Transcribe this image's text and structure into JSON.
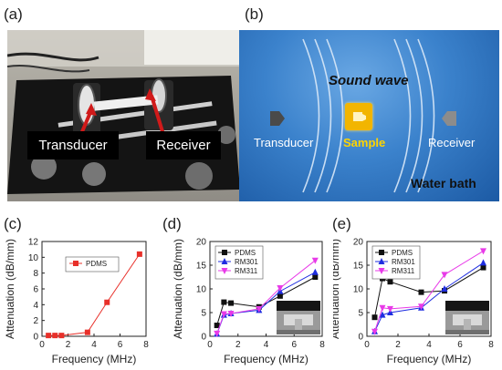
{
  "panel_labels": {
    "a": "(a)",
    "b": "(b)",
    "c": "(c)",
    "d": "(d)",
    "e": "(e)"
  },
  "photo": {
    "transducer_label": "Transducer",
    "receiver_label": "Receiver",
    "arrow_color": "#d11a1a"
  },
  "schematic": {
    "sound_wave": "Sound wave",
    "transducer": "Transducer",
    "sample": "Sample",
    "receiver": "Receiver",
    "water_bath": "Water bath",
    "sample_color": "#f2b500",
    "sample_text_color": "#ffd400"
  },
  "chart_data": [
    {
      "panel": "(c)",
      "type": "line",
      "xlabel": "Frequency (MHz)",
      "ylabel": "Attenuation (dB/mm)",
      "xlim": [
        0,
        8
      ],
      "ylim": [
        0,
        12
      ],
      "xticks": [
        0,
        2,
        4,
        6,
        8
      ],
      "yticks": [
        0,
        2,
        4,
        6,
        8,
        10,
        12
      ],
      "legend_position": "top-left",
      "inset_image": false,
      "series": [
        {
          "name": "PDMS",
          "color": "#e8302a",
          "marker": "square",
          "x": [
            0.5,
            1,
            1.5,
            3.5,
            5,
            7.5
          ],
          "y": [
            0.1,
            0.1,
            0.1,
            0.5,
            4.3,
            10.4
          ]
        }
      ]
    },
    {
      "panel": "(d)",
      "type": "line",
      "xlabel": "Frequency (MHz)",
      "ylabel": "Attenuation (dB/mm)",
      "xlim": [
        0,
        8
      ],
      "ylim": [
        0,
        20
      ],
      "xticks": [
        0,
        2,
        4,
        6,
        8
      ],
      "yticks": [
        0,
        5,
        10,
        15,
        20
      ],
      "legend_position": "top-left",
      "inset_image": true,
      "series": [
        {
          "name": "PDMS",
          "color": "#111111",
          "marker": "square",
          "x": [
            0.5,
            1,
            1.5,
            3.5,
            5,
            7.5
          ],
          "y": [
            2.3,
            7.2,
            7.0,
            6.2,
            8.5,
            12.5
          ]
        },
        {
          "name": "RM301",
          "color": "#1f2ee0",
          "marker": "triangle-up",
          "x": [
            0.5,
            1,
            1.5,
            3.5,
            5,
            7.5
          ],
          "y": [
            0.5,
            4.5,
            4.8,
            5.5,
            9.5,
            13.5
          ]
        },
        {
          "name": "RM311",
          "color": "#e83ae8",
          "marker": "triangle-down",
          "x": [
            0.5,
            1,
            1.5,
            3.5,
            5,
            7.5
          ],
          "y": [
            0.6,
            4.7,
            4.8,
            5.8,
            10.2,
            16.0
          ]
        }
      ]
    },
    {
      "panel": "(e)",
      "type": "line",
      "xlabel": "Frequency (MHz)",
      "ylabel": "Attenuation (dB/mm)",
      "xlim": [
        0,
        8
      ],
      "ylim": [
        0,
        20
      ],
      "xticks": [
        0,
        2,
        4,
        6,
        8
      ],
      "yticks": [
        0,
        5,
        10,
        15,
        20
      ],
      "legend_position": "top-left",
      "inset_image": true,
      "series": [
        {
          "name": "PDMS",
          "color": "#111111",
          "marker": "square",
          "x": [
            0.5,
            1,
            1.5,
            3.5,
            5,
            7.5
          ],
          "y": [
            4.0,
            12.2,
            11.5,
            9.3,
            9.6,
            14.5
          ]
        },
        {
          "name": "RM301",
          "color": "#1f2ee0",
          "marker": "triangle-up",
          "x": [
            0.5,
            1,
            1.5,
            3.5,
            5,
            7.5
          ],
          "y": [
            1.0,
            4.5,
            5.0,
            6.0,
            10.0,
            15.5
          ]
        },
        {
          "name": "RM311",
          "color": "#e83ae8",
          "marker": "triangle-down",
          "x": [
            0.5,
            1,
            1.5,
            3.5,
            5,
            7.5
          ],
          "y": [
            1.0,
            6.0,
            5.8,
            6.3,
            13.0,
            18.0
          ]
        }
      ]
    }
  ]
}
